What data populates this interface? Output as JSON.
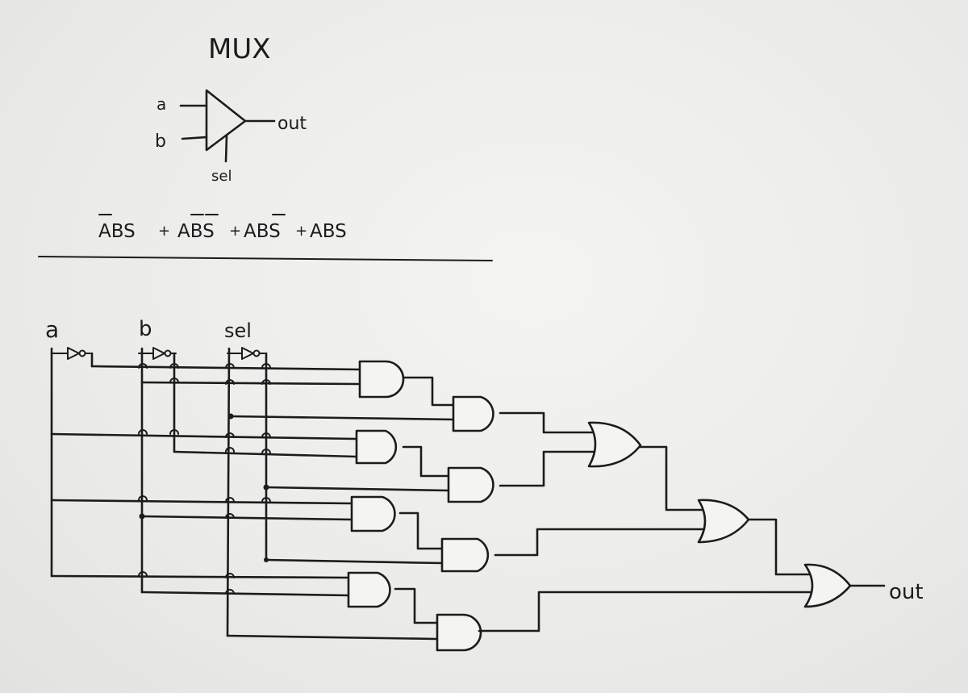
{
  "title": "MUX",
  "symbol": {
    "input_a": "a",
    "input_b": "b",
    "output": "out",
    "select": "sel"
  },
  "expression": {
    "terms": [
      "ABS",
      "ABS",
      "ABS",
      "ABS"
    ],
    "separator": "+"
  },
  "circuit": {
    "inputs": [
      "a",
      "b",
      "sel"
    ],
    "output": "out"
  }
}
